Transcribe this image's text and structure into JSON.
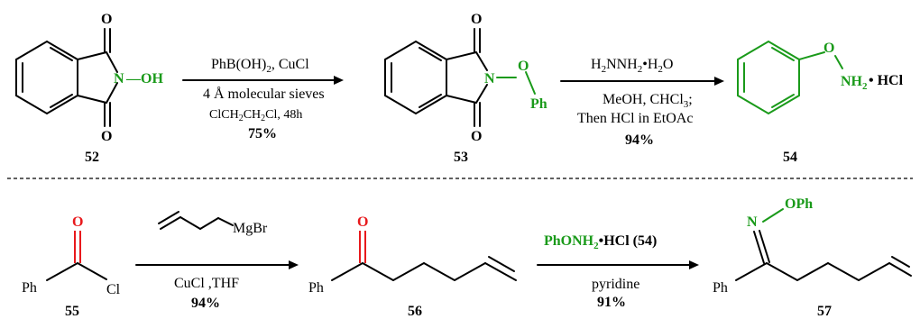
{
  "colors": {
    "green": "#1a9a1a",
    "red": "#e8191c",
    "black": "#000000"
  },
  "compounds": {
    "c52": {
      "number": "52",
      "N": "N",
      "OH": "—OH",
      "O_top": "O",
      "O_bottom": "O"
    },
    "c53": {
      "number": "53",
      "N": "N",
      "O_link": "O",
      "Ph": "Ph",
      "O_top": "O",
      "O_bottom": "O"
    },
    "c54": {
      "number": "54",
      "O": "O",
      "NH2": "NH",
      "sub2": "2",
      "HCl": "• HCl"
    },
    "c55": {
      "number": "55",
      "O": "O",
      "Ph": "Ph",
      "Cl": "Cl"
    },
    "c56": {
      "number": "56",
      "O": "O",
      "Ph": "Ph"
    },
    "c57": {
      "number": "57",
      "N": "N",
      "OPh": "OPh",
      "Ph": "Ph"
    }
  },
  "arrows": {
    "r1": {
      "reagent1": "PhB(OH)",
      "reagent1_sub": "2",
      "reagent1_tail": ", CuCl",
      "reagent2": "4 Å molecular sieves",
      "reagent3": "ClCH",
      "reagent3_a": "2",
      "reagent3_b": "CH",
      "reagent3_c": "2",
      "reagent3_d": "Cl, 48h",
      "yield": "75%"
    },
    "r2": {
      "reagent1_a": "H",
      "reagent1_b": "2",
      "reagent1_c": "NNH",
      "reagent1_d": "2",
      "reagent1_e": "•H",
      "reagent1_f": "2",
      "reagent1_g": "O",
      "reagent2_a": "MeOH, CHCl",
      "reagent2_b": "3",
      "reagent2_c": ";",
      "reagent3": "Then HCl in EtOAc",
      "yield": "94%"
    },
    "r3": {
      "reagent_top": "MgBr",
      "reagent1": "CuCl ,THF",
      "yield": "94%"
    },
    "r4": {
      "reagent_a": "PhONH",
      "reagent_b": "2",
      "reagent_c": "•HCl",
      "reagent_d": " (54)",
      "reagent2": "pyridine",
      "yield": "91%"
    }
  }
}
